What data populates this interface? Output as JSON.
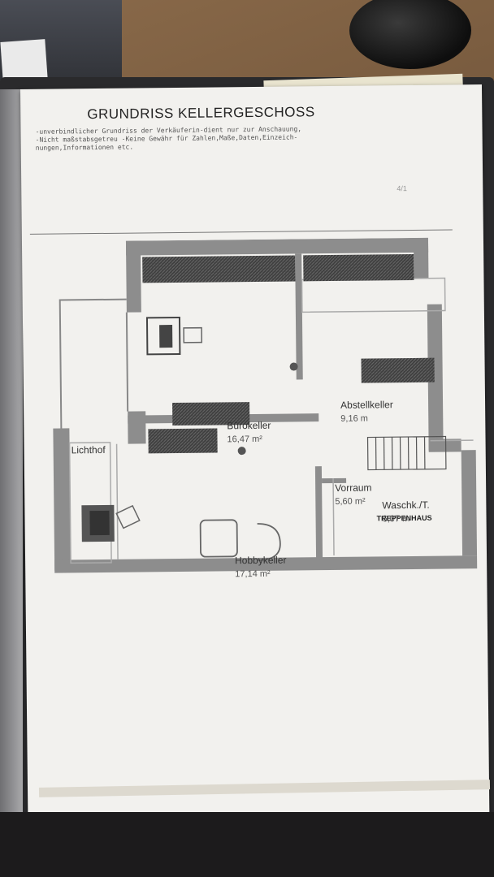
{
  "document": {
    "title": "GRUNDRISS KELLERGESCHOSS",
    "disclaimer_lines": [
      "-unverbindlicher Grundriss der Verkäuferin-dient nur zur Anschauung,",
      "-Nicht maßstabsgetreu -Keine Gewähr für Zahlen,Maße,Daten,Einzeich-",
      "nungen,Informationen etc."
    ],
    "page_number": "4/1"
  },
  "floorplan": {
    "rooms": {
      "lichthof": {
        "name": "Lichthof"
      },
      "buerokeller": {
        "name": "Bürokeller",
        "area": "16,47 m²"
      },
      "abstellkeller": {
        "name": "Abstellkeller",
        "area": "9,16 m"
      },
      "vorraum": {
        "name": "Vorraum",
        "area": "5,60 m²"
      },
      "treppenhaus": {
        "name": "TREPPENHAUS"
      },
      "hobbykeller": {
        "name": "Hobbykeller",
        "area": "17,14 m²"
      },
      "waschkeller": {
        "name": "Waschk./T.",
        "area": "6,07 m"
      }
    },
    "colors": {
      "wall": "#8d8d8d",
      "dark_fill": "#3e3e3e",
      "paper": "#f2f1ee"
    }
  }
}
